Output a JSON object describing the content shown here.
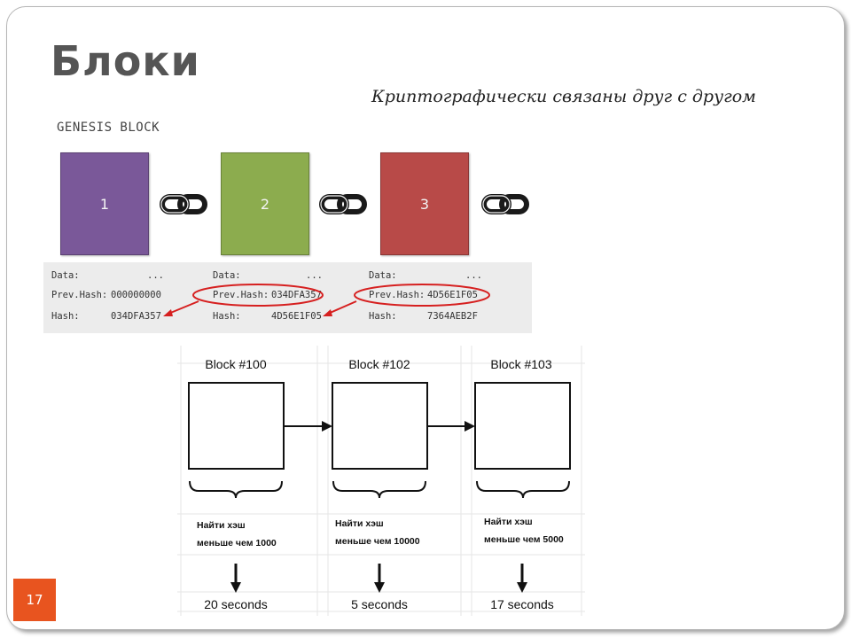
{
  "slide": {
    "title": "Блоки",
    "subtitle": "Криптографически связаны друг с другом",
    "page_number": "17"
  },
  "top_diagram": {
    "genesis_label": "GENESIS BLOCK",
    "blocks": [
      {
        "number": "1",
        "color": "#7a5899",
        "data_label": "Data:",
        "data_value": "...",
        "prev_label": "Prev.Hash:",
        "prev_value": "000000000",
        "hash_label": "Hash:",
        "hash_value": "034DFA357"
      },
      {
        "number": "2",
        "color": "#8cac4e",
        "data_label": "Data:",
        "data_value": "...",
        "prev_label": "Prev.Hash:",
        "prev_value": "034DFA357",
        "hash_label": "Hash:",
        "hash_value": "4D56E1F05"
      },
      {
        "number": "3",
        "color": "#b84a48",
        "data_label": "Data:",
        "data_value": "...",
        "prev_label": "Prev.Hash:",
        "prev_value": "4D56E1F05",
        "hash_label": "Hash:",
        "hash_value": "7364AEB2F"
      }
    ],
    "highlight_color": "#d62020"
  },
  "bottom_diagram": {
    "blocks": [
      {
        "title": "Block #100",
        "task_line1": "Найти хэш",
        "task_line2": "меньше чем 1000",
        "time": "20 seconds"
      },
      {
        "title": "Block #102",
        "task_line1": "Найти хэш",
        "task_line2": "меньше чем 10000",
        "time": "5 seconds"
      },
      {
        "title": "Block #103",
        "task_line1": "Найти хэш",
        "task_line2": "меньше чем 5000",
        "time": "17 seconds"
      }
    ]
  },
  "icons": {
    "chain_link": "chain-link-icon"
  },
  "colors": {
    "accent": "#e8541f",
    "title": "#555555"
  }
}
